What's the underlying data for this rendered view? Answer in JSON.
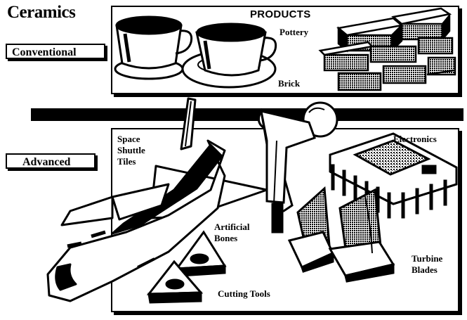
{
  "title": "Ceramics",
  "categories": {
    "conventional": "Conventional",
    "advanced": "Advanced"
  },
  "conventional_panel": {
    "heading": "PRODUCTS",
    "items": {
      "pottery": "Pottery",
      "brick": "Brick"
    }
  },
  "advanced_panel": {
    "items": {
      "space_shuttle_tiles": [
        "Space",
        "Shuttle",
        "Tiles"
      ],
      "electronics": "Electronics",
      "artificial_bones": [
        "Artificial",
        "Bones"
      ],
      "turbine_blades": [
        "Turbine",
        "Blades"
      ],
      "cutting_tools": "Cutting Tools"
    }
  },
  "colors": {
    "ink": "#000000",
    "paper": "#ffffff",
    "halftone": "#7a7a7a"
  },
  "icons": [
    "teacup-icon",
    "brick-wall-icon",
    "space-shuttle-icon",
    "hip-implant-icon",
    "microchip-icon",
    "turbine-blade-icon",
    "cutting-insert-icon"
  ]
}
